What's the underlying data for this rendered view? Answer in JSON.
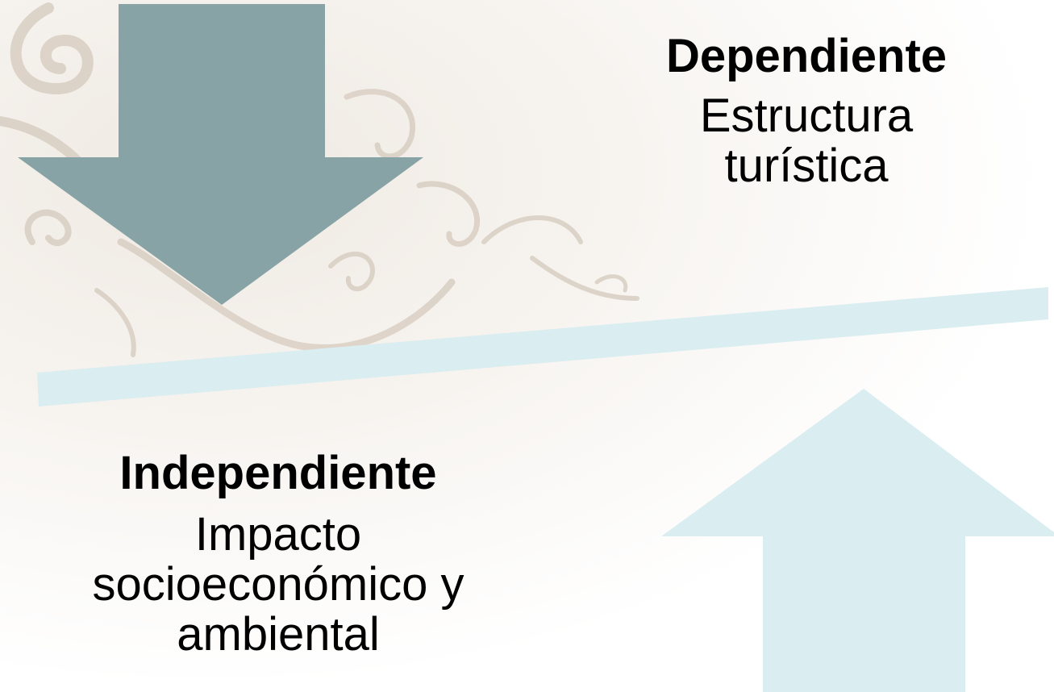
{
  "colors": {
    "down_arrow": "#87a3a5",
    "up_arrow": "#daedf0",
    "divider": "#daedf0",
    "ornament": "#d9cfc3"
  },
  "dependent": {
    "heading": "Dependiente",
    "line1": "Estructura",
    "line2": "turística"
  },
  "independent": {
    "heading": "Independiente",
    "line1": "Impacto",
    "line2": "socioeconómico y",
    "line3": "ambiental"
  },
  "icons": {
    "down_arrow": "arrow-down-icon",
    "up_arrow": "arrow-up-icon"
  }
}
